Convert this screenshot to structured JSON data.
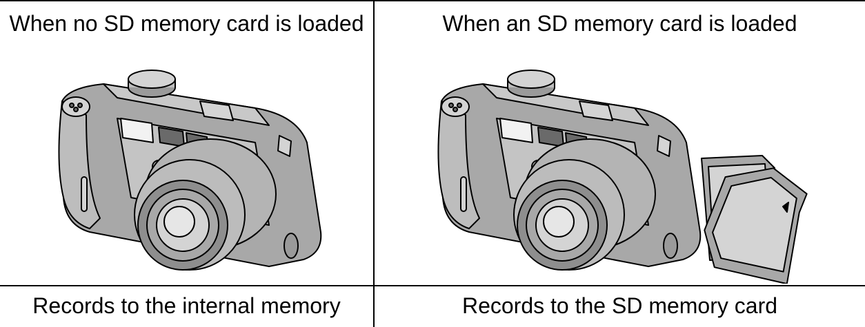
{
  "table": {
    "headers": [
      "When no SD memory card is loaded",
      "When an SD memory card is loaded"
    ],
    "footers": [
      "Records to the internal memory",
      "Records to the SD memory card"
    ]
  },
  "illustrations": {
    "left": "camera-icon",
    "right": [
      "camera-icon",
      "sd-card-icon"
    ]
  },
  "colors": {
    "body": "#a8a8a8",
    "light": "#d4d4d4",
    "dark": "#6a6a6a",
    "line": "#000000"
  }
}
